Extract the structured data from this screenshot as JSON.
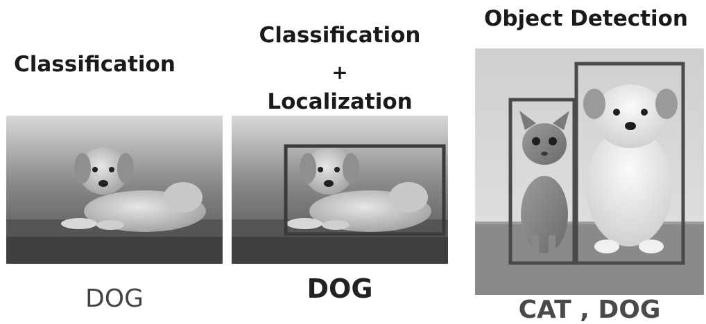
{
  "panels": [
    {
      "title": "Classification",
      "caption": "DOG"
    },
    {
      "title_lines": [
        "Classification",
        "+",
        "Localization"
      ],
      "caption": "DOG"
    },
    {
      "title": "Object Detection",
      "caption": "CAT , DOG"
    }
  ],
  "colors": {
    "box_stroke": "#3a3a3a",
    "text": "#1a1a1a"
  }
}
